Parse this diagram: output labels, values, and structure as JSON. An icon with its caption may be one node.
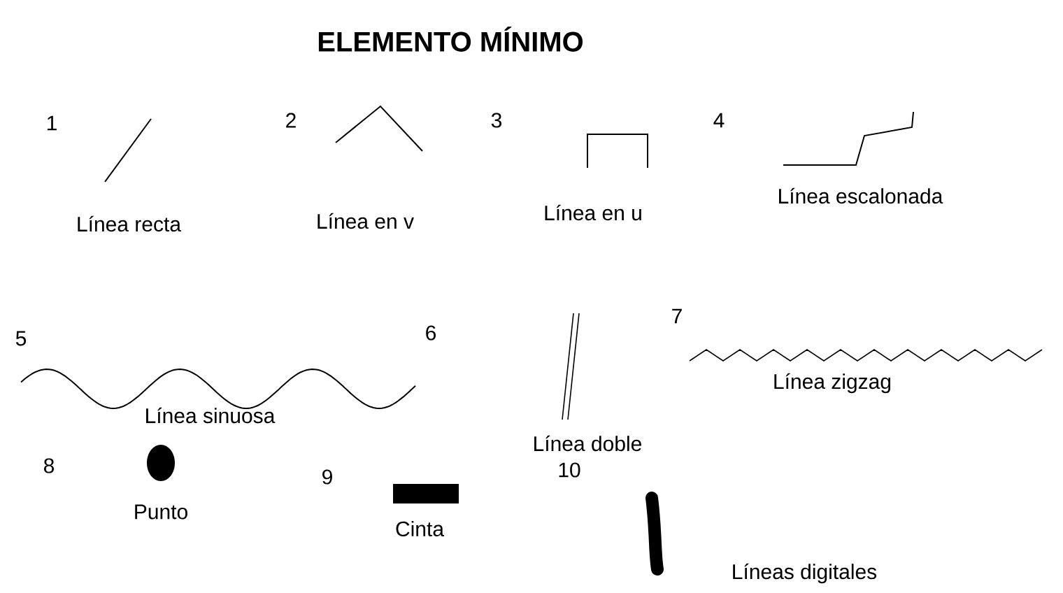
{
  "diagram": {
    "title": "ELEMENTO MÍNIMO",
    "labels": [
      "1",
      "Línea recta",
      "2",
      "Línea en v",
      "3",
      "Línea en u",
      "4",
      "Línea escalonada",
      "5",
      "Línea sinuosa",
      "6",
      "Línea doble",
      "7",
      "Línea zigzag",
      "8",
      "Punto",
      "9",
      "Cinta",
      "10",
      "Líneas digitales"
    ]
  }
}
